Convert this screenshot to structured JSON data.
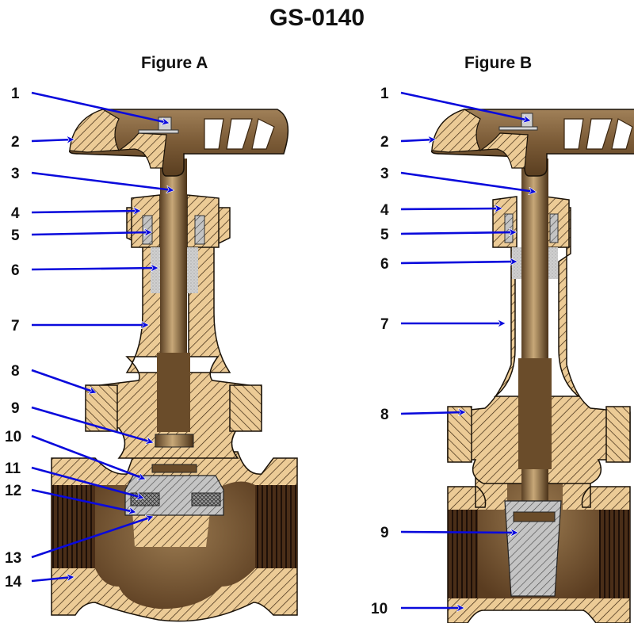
{
  "title": "GS-0140",
  "figures": [
    {
      "id": "A",
      "title": "Figure A",
      "type": "globe valve cutaway",
      "callouts": [
        "1",
        "2",
        "3",
        "4",
        "5",
        "6",
        "7",
        "8",
        "9",
        "10",
        "11",
        "12",
        "13",
        "14"
      ]
    },
    {
      "id": "B",
      "title": "Figure B",
      "type": "gate valve cutaway",
      "callouts": [
        "1",
        "2",
        "3",
        "4",
        "5",
        "6",
        "7",
        "8",
        "9",
        "10"
      ]
    }
  ],
  "colors": {
    "arrow": "#0a0adc",
    "brass_section": "#e8c48c",
    "brass_dark": "#6e5232",
    "bronze_body": "#8a6a44",
    "steel": "#b4b4b4",
    "packing": "#c8c8c8",
    "outline": "#1a1208"
  }
}
